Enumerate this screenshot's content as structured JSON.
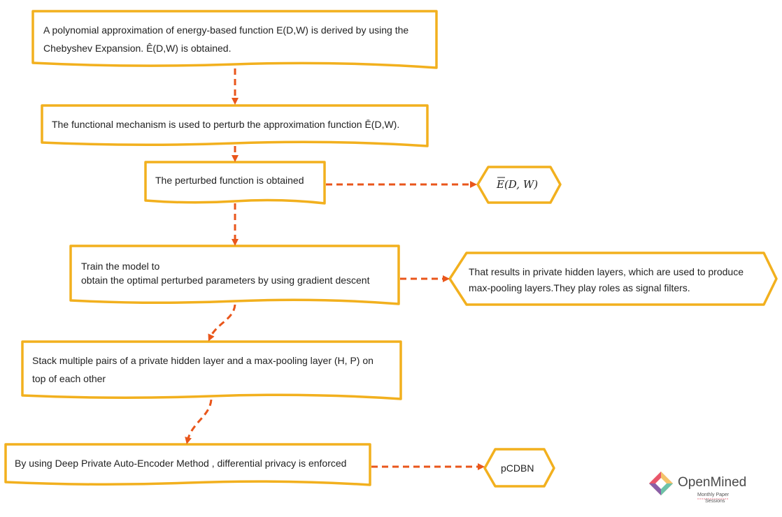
{
  "steps": {
    "step1": {
      "line1": "A polynomial approximation of energy-based function E(D,W) is derived by using the",
      "line2": "Chebyshev Expansion. Ê(D,W) is obtained."
    },
    "step2": "The functional mechanism is used to perturb the approximation function Ē(D,W).",
    "step3": "The perturbed function is obtained",
    "step4": {
      "line1": "Train the model to",
      "line2": "obtain the optimal perturbed parameters by using gradient descent"
    },
    "step5": {
      "line1": "Stack multiple pairs of a private hidden layer and a max-pooling  layer (H, P) on",
      "line2": "top of each other"
    },
    "step6": "By using Deep Private Auto-Encoder Method , differential privacy is enforced"
  },
  "outputs": {
    "perturbed_equation": "E(D, W)",
    "hidden_layers": {
      "line1": "That results in private hidden layers, which are used to produce",
      "line2": "max-pooling layers.They play roles as signal filters."
    },
    "result": "pCDBN"
  },
  "logo": {
    "name": "OpenMined",
    "subtitle_line1": "Monthly Paper",
    "subtitle_line2": "Sessions"
  },
  "colors": {
    "box_border": "#f2b01e",
    "arrow": "#e9561b",
    "text": "#222222",
    "logo_text": "#4a4a4a"
  }
}
